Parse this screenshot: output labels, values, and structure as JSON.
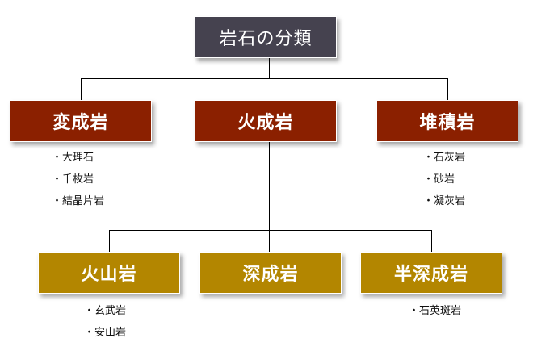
{
  "title": "岩石の分類",
  "level1": [
    {
      "label": "変成岩",
      "items": [
        "大理石",
        "千枚岩",
        "結晶片岩"
      ]
    },
    {
      "label": "火成岩",
      "items": []
    },
    {
      "label": "堆積岩",
      "items": [
        "石灰岩",
        "砂岩",
        "凝灰岩"
      ]
    }
  ],
  "level2": [
    {
      "label": "火山岩",
      "items": [
        "玄武岩",
        "安山岩"
      ]
    },
    {
      "label": "深成岩",
      "items": []
    },
    {
      "label": "半深成岩",
      "items": [
        "石英斑岩"
      ]
    }
  ],
  "colors": {
    "title": "#45424f",
    "level1": "#8b2000",
    "level2": "#b38600"
  }
}
